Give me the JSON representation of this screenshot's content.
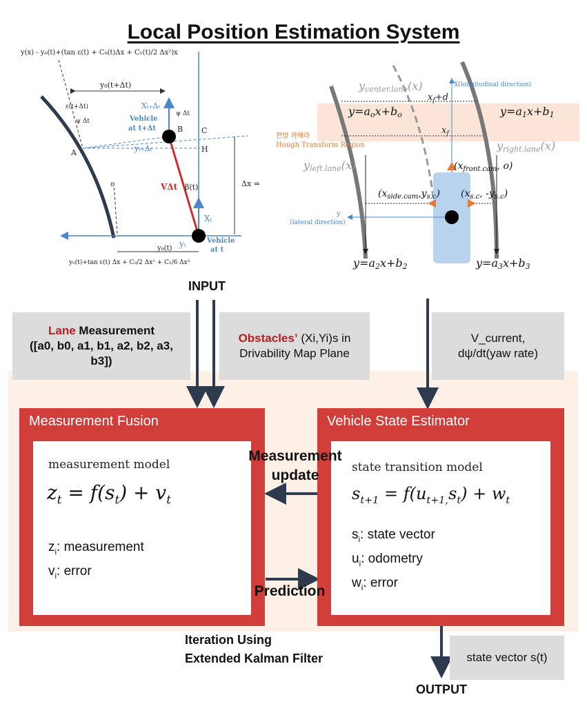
{
  "title": "Local Position Estimation System",
  "geometry": {
    "top_formula": "y(x) - y₀(t)+(tan ε(t) + C₀(t)Δx + C₁(t)/2 Δx²)x",
    "bottom_formula": "y₀(t)+tan ε(t) Δx + C₀/2 Δx² + C₁/6 Δx³",
    "y0_t_dt": "y₀(t+Δt)",
    "eps_t_dt": "ε(t+Δt)",
    "psi_dt_1": "ψ Δt",
    "psi_dt_2": "ψ Δt",
    "x_t_dt": "Xₜ₊Δₜ",
    "vehicle_t_dt": "Vehicle",
    "at_t_dt": "at t+Δt",
    "pt_b": "B",
    "pt_c": "C",
    "pt_a": "A",
    "pt_h": "H",
    "y_t_dt": "yₜ₊Δₜ",
    "dx": "Δx =",
    "v_dt": "VΔt",
    "beta": "β(t)",
    "eps": "ε",
    "x_t": "Xₜ",
    "y_t": "yₜ",
    "vehicle_t": "Vehicle",
    "at_t": "at t",
    "y0_t": "y₀(t)"
  },
  "lanes": {
    "y_center": "y",
    "y_center_sub": "center.lane",
    "x_paren": "(x)",
    "x_long": "X(longitudinal direction)",
    "xf_d": "x",
    "xf_d_sub": "f",
    "xf_d_tail": "+d",
    "eq_a0": "y=a",
    "eq_a0_mid": "x+b",
    "sub0": "o",
    "eq_a1": "y=a",
    "eq_a1_mid": "x+b",
    "sub1": "1",
    "xf": "x",
    "xf_sub": "f",
    "korean": "전방 카메라",
    "hough": "Hough Transform Region",
    "y_right": "y",
    "y_right_sub": "right.lane",
    "y_left": "y",
    "y_left_sub": "left.lane",
    "front_cam": "(x",
    "front_cam_sub": "front.cam",
    "front_cam_tail": ", o)",
    "side_cam": "(x",
    "side_cam_sub": "side.cam",
    "side_cam_tail": ",y",
    "side_cam_sub2": "s.c",
    "side_cam_close": ")",
    "sc_right": "(x",
    "sc_right_sub": "s.c",
    "sc_right_tail": ", -y",
    "sc_right_sub2": "s.c",
    "sc_right_close": ")",
    "y_axis": "y",
    "lateral": "(lateral direction)",
    "eq_a2": "y=a",
    "eq_a2_mid": "x+b",
    "sub2": "2",
    "eq_a3": "y=a",
    "eq_a3_mid": "x+b",
    "sub3": "3"
  },
  "input_label": "INPUT",
  "inputs": {
    "lane_red": "Lane",
    "lane_rest": "Measurement",
    "lane_line2": "([a0, b0, a1, b1, a2, b2, a3,",
    "lane_line3": "b3])",
    "obst_red": "Obstacles’",
    "obst_rest": "(Xi,Yi)s in",
    "obst_line2": "Drivability Map Plane",
    "vel_line1": "V_current,",
    "vel_line2": "dψ/dt(yaw rate)"
  },
  "fusion": {
    "title": "Measurement Fusion",
    "model": "measurement model",
    "eq_z": "z",
    "eq_t": "t",
    "eq_mid": " = f(s",
    "eq_t2": "t",
    "eq_end": ") + v",
    "eq_t3": "t",
    "z_label": "z",
    "z_sub": "i",
    "z_desc": ": measurement",
    "v_label": "v",
    "v_sub": "i",
    "v_desc": ": error"
  },
  "estimator": {
    "title": "Vehicle State Estimator",
    "model": "state transition model",
    "eq_s": "s",
    "eq_sub1": "t+1",
    "eq_mid": " = f(u",
    "eq_sub2": "t+1,",
    "eq_s2": "s",
    "eq_sub3": "t",
    "eq_end": ") + w",
    "eq_sub4": "t",
    "s_label": "s",
    "s_sub": "i",
    "s_desc": ": state vector",
    "u_label": "u",
    "u_sub": "i",
    "u_desc": ": odometry",
    "w_label": "w",
    "w_sub": "i",
    "w_desc": ": error"
  },
  "update_line1": "Measurement",
  "update_line2": "update",
  "prediction": "Prediction",
  "iteration_line1": "Iteration Using",
  "iteration_line2": "Extended Kalman Filter",
  "output_box": "state vector s(t)",
  "output_label": "OUTPUT",
  "colors": {
    "red": "#d13e3a",
    "blue": "#4a86c8",
    "peach": "#fdf0e6",
    "gray": "#dcdcdc",
    "navy": "#2e3a4e"
  }
}
